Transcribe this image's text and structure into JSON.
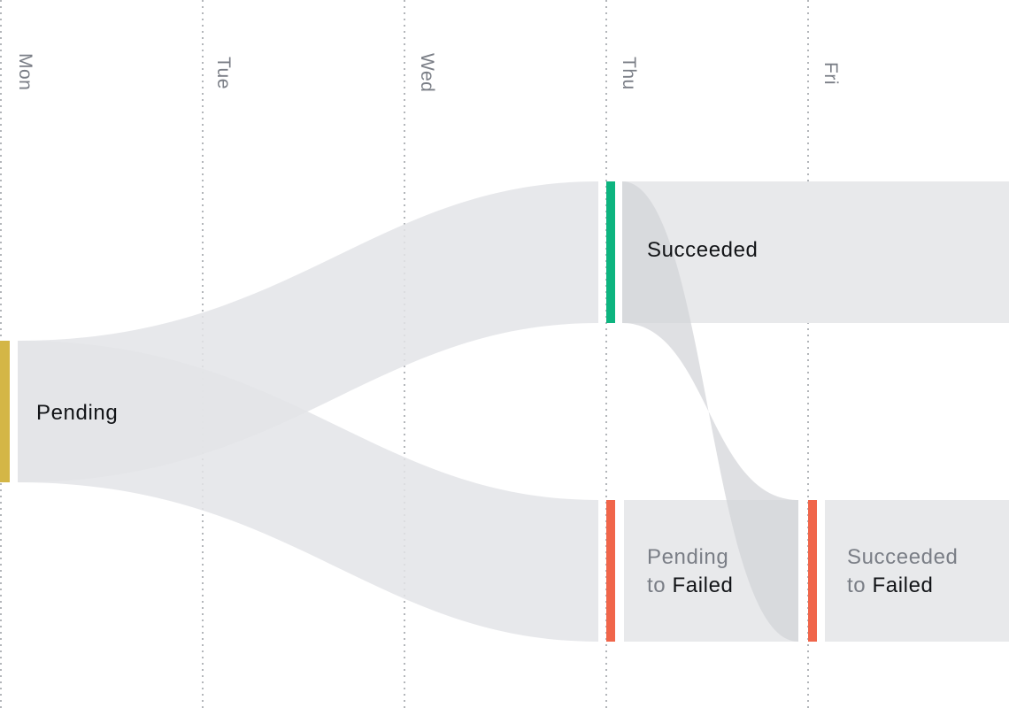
{
  "timeline": {
    "days": [
      {
        "label": "Mon"
      },
      {
        "label": "Tue"
      },
      {
        "label": "Wed"
      },
      {
        "label": "Thu"
      },
      {
        "label": "Fri"
      }
    ]
  },
  "states": {
    "pending": {
      "label": "Pending",
      "color": "#d4b646"
    },
    "succeeded": {
      "label": "Succeeded",
      "color": "#0db47f"
    },
    "pending_to_failed": {
      "from": "Pending",
      "to_word": "to",
      "to": "Failed",
      "color": "#f0654a"
    },
    "succeeded_to_failed": {
      "from": "Succeeded",
      "to_word": "to",
      "to": "Failed",
      "color": "#f0654a"
    }
  },
  "flows": [
    {
      "from": "Pending",
      "to": "Succeeded"
    },
    {
      "from": "Pending",
      "to": "Failed"
    },
    {
      "from": "Succeeded",
      "to": "Failed"
    }
  ],
  "colors": {
    "band": "#e8e9eb",
    "overlap": "#dcdde0",
    "gridline": "#9a9da3",
    "label": "#7a7e86",
    "text": "#121417"
  }
}
